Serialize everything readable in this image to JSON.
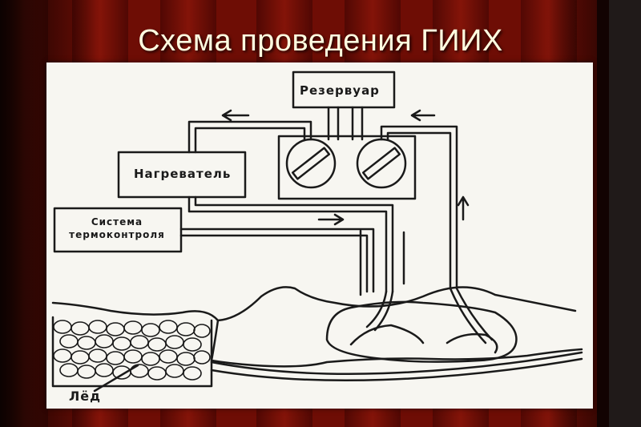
{
  "slide": {
    "title": "Схема проведения ГИИХ"
  },
  "diagram": {
    "labels": {
      "reservoir": "Резервуар",
      "heater": "Нагреватель",
      "thermo_line1": "Система",
      "thermo_line2": "термоконтроля",
      "ice": "Лёд"
    }
  },
  "colors": {
    "background": "#6e0d05",
    "curtain_dark": "#1a0402",
    "paper": "#f7f6f1",
    "ink": "#1a1a1a",
    "title_text": "#fffde0"
  }
}
